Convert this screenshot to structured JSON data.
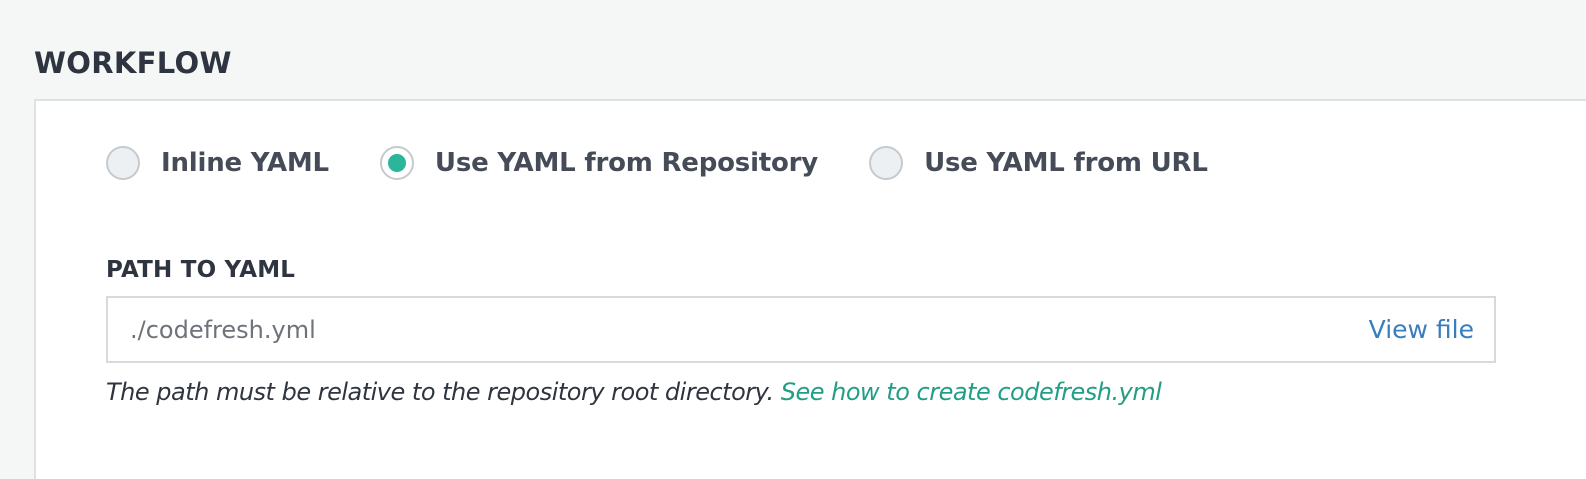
{
  "workflow": {
    "title": "WORKFLOW",
    "source_options": [
      {
        "label": "Inline YAML",
        "selected": false
      },
      {
        "label": "Use YAML from Repository",
        "selected": true
      },
      {
        "label": "Use YAML from URL",
        "selected": false
      }
    ],
    "path": {
      "label": "PATH TO YAML",
      "value": "./codefresh.yml",
      "view_file_label": "View file"
    },
    "help": {
      "text": "The path must be relative to the repository root directory.",
      "link_text": "See how to create codefresh.yml"
    }
  },
  "colors": {
    "accent": "#2bb59a",
    "link_blue": "#3a7dbf",
    "link_teal": "#219e86",
    "text_dark": "#2f3540",
    "page_bg": "#f4f7f6"
  }
}
